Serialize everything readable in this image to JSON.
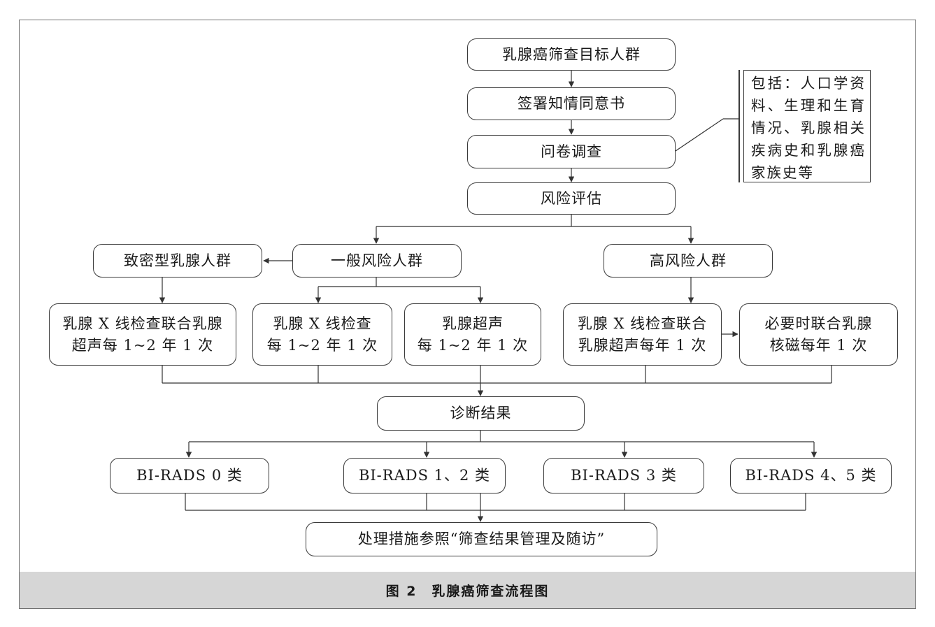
{
  "nodes": {
    "target_population": "乳腺癌筛查目标人群",
    "informed_consent": "签署知情同意书",
    "questionnaire": "问卷调查",
    "risk_assessment": "风险评估",
    "general_risk": "一般风险人群",
    "high_risk": "高风险人群",
    "dense_breast": "致密型乳腺人群",
    "dense_exam": "乳腺 X 线检查联合乳腺\n超声每 1~2 年 1 次",
    "general_xray": "乳腺 X 线检查\n每 1~2 年 1 次",
    "general_us": "乳腺超声\n每 1~2 年 1 次",
    "high_exam": "乳腺 X 线检查联合\n乳腺超声每年 1 次",
    "high_mri": "必要时联合乳腺\n核磁每年 1 次",
    "diagnosis": "诊断结果",
    "birads_0": "BI-RADS 0 类",
    "birads_12": "BI-RADS 1、2 类",
    "birads_3": "BI-RADS 3 类",
    "birads_45": "BI-RADS 4、5 类",
    "management": "处理措施参照“筛查结果管理及随访”"
  },
  "note": "包括：人口学资料、生理和生育情况、乳腺相关疾病史和乳腺癌家族史等",
  "caption": "图 2　乳腺癌筛查流程图"
}
